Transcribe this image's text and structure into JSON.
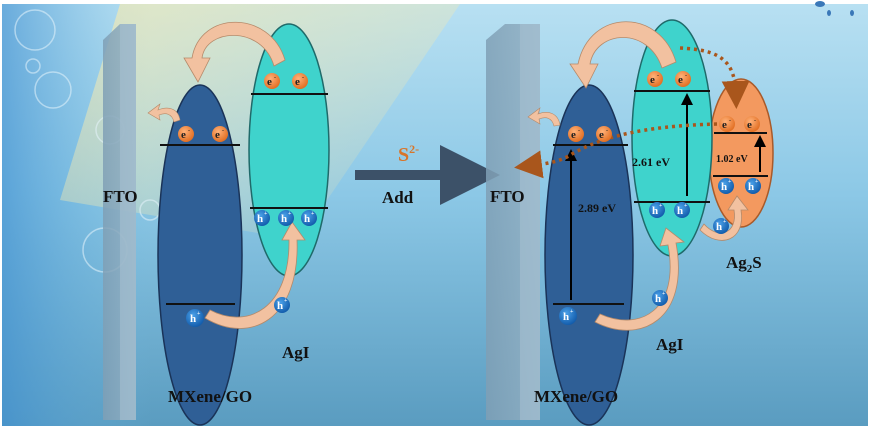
{
  "left_panel": {
    "fto_label": "FTO",
    "mxene_label": "MXene/GO",
    "agi_label": "AgI",
    "electron": "e",
    "electron_sup": "-",
    "hole": "h",
    "hole_sup": "+"
  },
  "transition": {
    "reagent_base": "S",
    "reagent_sup": "2-",
    "action_label": "Add"
  },
  "right_panel": {
    "fto_label": "FTO",
    "mxene_label": "MXene/GO",
    "agi_label": "AgI",
    "ag2s_label_base": "Ag",
    "ag2s_label_sub": "2",
    "ag2s_label_end": "S",
    "mxene_gap": "2.89 eV",
    "agi_gap": "2.61 eV",
    "ag2s_gap": "1.02 eV"
  },
  "colors": {
    "mxene": "#2f5f96",
    "agi": "#3fd3cc",
    "ag2s": "#f3995f",
    "carrier": "#f07a2a",
    "hole": "#1a6fc4",
    "arrow": "#f2c1a0",
    "dotted": "#a9561c",
    "reagent": "#d8752a",
    "main_arrow": "#3c5168"
  }
}
